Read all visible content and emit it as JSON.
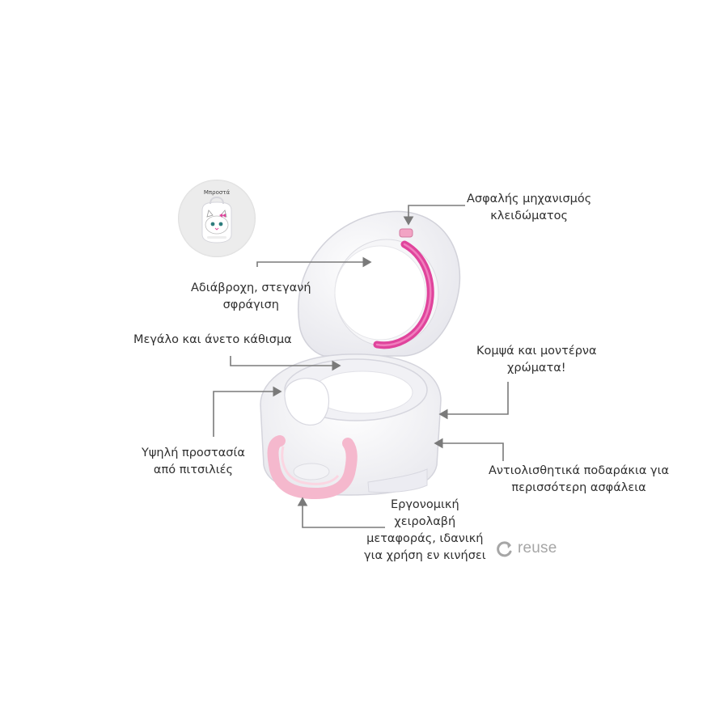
{
  "thumbnail": {
    "label": "Μπροστά",
    "icon": "cat-face-potty-icon"
  },
  "callouts": {
    "lock": [
      "Ασφαλής μηχανισμός",
      "κλειδώματος"
    ],
    "seal": [
      "Αδιάβροχη, στεγανή",
      "σφράγιση"
    ],
    "seat": [
      "Μεγάλο και άνετο κάθισμα"
    ],
    "colors": [
      "Κομψά και μοντέρνα",
      "χρώματα!"
    ],
    "splash": [
      "Υψηλή προστασία",
      "από πιτσιλιές"
    ],
    "feet": [
      "Αντιολισθητικά ποδαράκια για",
      "περισσότερη ασφάλεια"
    ],
    "handle": [
      "Εργονομική",
      "χειρολαβή",
      "μεταφοράς, ιδανική",
      "για χρήση εν κινήσει"
    ]
  },
  "logo": {
    "text": "reuse",
    "icon": "reuse-arrow-icon"
  },
  "colors": {
    "pink": "#e0449c",
    "light_pink": "#f7c6d6",
    "arrow": "#7a7a7a",
    "logo": "#a6a6a6"
  }
}
